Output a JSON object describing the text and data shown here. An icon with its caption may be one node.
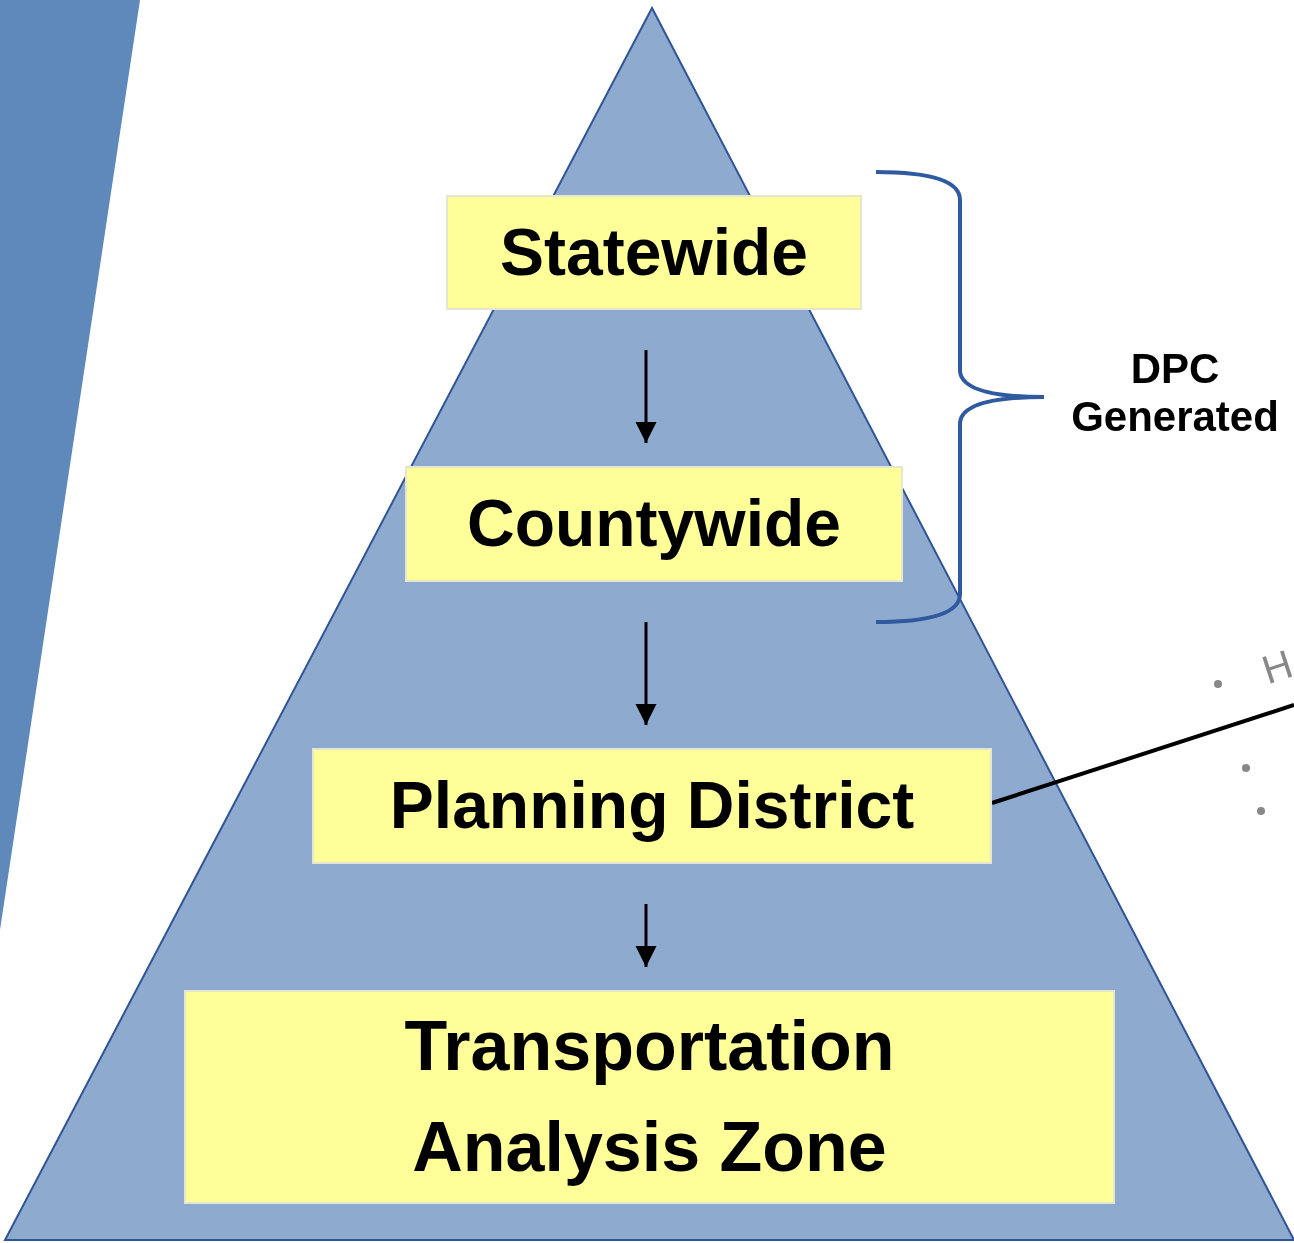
{
  "diagram": {
    "nodes": [
      {
        "text": [
          "Statewide"
        ]
      },
      {
        "text": [
          "Countywide"
        ]
      },
      {
        "text": [
          "Planning District"
        ]
      },
      {
        "text": [
          "Transportation Analysis Zone"
        ]
      }
    ],
    "edges": [
      {
        "from": 0,
        "to": 1,
        "arrow": "to"
      },
      {
        "from": 1,
        "to": 2,
        "arrow": "to"
      },
      {
        "from": 2,
        "to": 3,
        "arrow": "to"
      },
      {
        "from": 2,
        "to": null,
        "arrow": "none"
      }
    ],
    "labels": [
      "DPC Generated",
      "H"
    ]
  }
}
